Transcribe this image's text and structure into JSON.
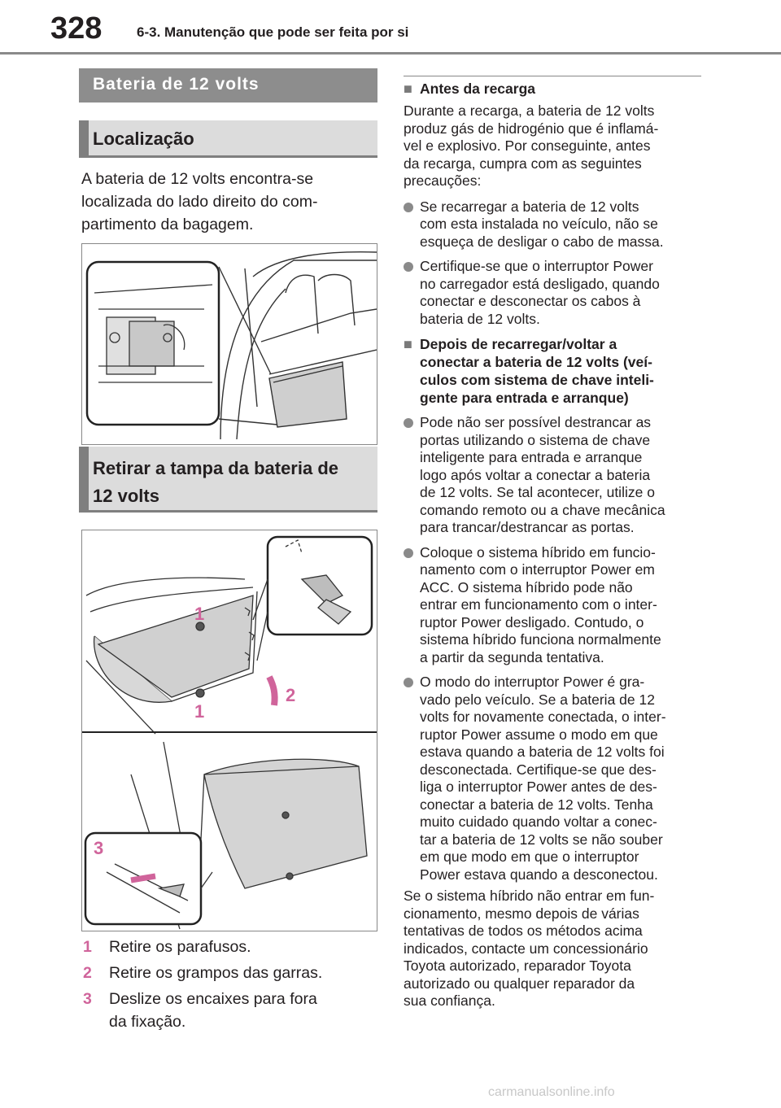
{
  "header": {
    "page_number": "328",
    "section": "6-3. Manutenção que pode ser feita por si"
  },
  "left": {
    "main_title": "Bateria de 12 volts",
    "loc_title": "Localização",
    "intro": "A bateria de 12 volts encontra-se localizada do lado direito do compartimento da bagagem.",
    "intro_lines": [
      "A bateria de 12 volts encontra-se",
      "localizada do lado direito do com-",
      "partimento da bagagem."
    ],
    "remove_title_lines": [
      "Retirar a tampa da bateria de",
      "12 volts"
    ],
    "figure_labels": [
      "1",
      "1",
      "2",
      "3"
    ],
    "steps": [
      {
        "num": "1",
        "text": "Retire os parafusos."
      },
      {
        "num": "2",
        "text": "Retire os grampos das garras."
      },
      {
        "num": "3",
        "text_lines": [
          "Deslize os encaixes para fora",
          "da fixação."
        ]
      }
    ]
  },
  "right": {
    "head1": "Antes da recarga",
    "p1_lines": [
      "Durante a recarga, a bateria de 12 volts",
      "produz gás de hidrogénio que é inflamá-",
      "vel e explosivo. Por conseguinte, antes",
      "da recarga, cumpra com as seguintes",
      "precauções:"
    ],
    "b1_lines": [
      "Se recarregar a bateria de 12 volts",
      "com esta instalada no veículo, não se",
      "esqueça de desligar o cabo de massa."
    ],
    "b2_lines": [
      "Certifique-se que o interruptor Power",
      "no carregador está desligado, quando",
      "conectar e desconectar os cabos à",
      "bateria de 12 volts."
    ],
    "head2_lines": [
      "Depois de recarregar/voltar a",
      "conectar a bateria de 12 volts (veí-",
      "culos com sistema de chave inteli-",
      "gente para entrada e arranque)"
    ],
    "b3_lines": [
      "Pode não ser possível destrancar as",
      "portas utilizando o sistema de chave",
      "inteligente para entrada e arranque",
      "logo após voltar a conectar a bateria",
      "de 12 volts. Se tal acontecer, utilize o",
      "comando remoto ou a chave mecânica",
      "para trancar/destrancar as portas."
    ],
    "b4_lines": [
      "Coloque o sistema híbrido em funcio-",
      "namento com o interruptor Power em",
      "ACC. O sistema híbrido pode não",
      "entrar em funcionamento com o inter-",
      "ruptor Power desligado. Contudo, o",
      "sistema híbrido funciona normalmente",
      "a partir da segunda tentativa."
    ],
    "b5_lines": [
      "O modo do interruptor Power é gra-",
      "vado pelo veículo. Se a bateria de 12",
      "volts for novamente conectada, o inter-",
      "ruptor Power assume o modo em que",
      "estava quando a bateria de 12 volts foi",
      "desconectada. Certifique-se que des-",
      "liga o interruptor Power antes de des-",
      "conectar a bateria de 12 volts. Tenha",
      "muito cuidado quando voltar a conec-",
      "tar a bateria de 12 volts se não souber",
      "em que modo em que o interruptor",
      "Power estava quando a desconectou."
    ],
    "p2_lines": [
      "Se o sistema híbrido não entrar em fun-",
      "cionamento, mesmo depois de várias",
      "tentativas de todos os métodos acima",
      "indicados, contacte um concessionário",
      "Toyota autorizado, reparador Toyota",
      "autorizado ou qualquer reparador da",
      "sua confiança."
    ]
  },
  "watermark": "carmanualsonline.info",
  "colors": {
    "accent": "#d0649b",
    "band_dark": "#8d8d8d",
    "band_light": "#dcdcdc"
  }
}
